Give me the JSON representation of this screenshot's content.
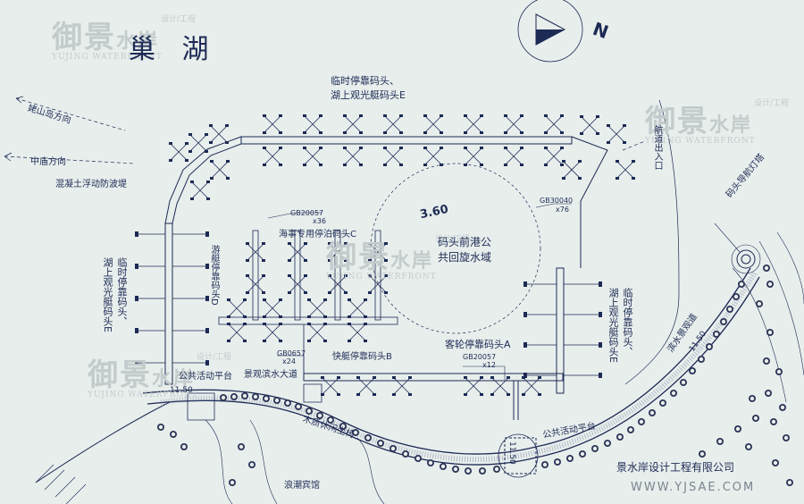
{
  "title": "巢 湖",
  "north": "N",
  "labels": {
    "lake_pier_top_1": "临时停靠码头、",
    "lake_pier_top_2": "湖上观光艇码头E",
    "yaoshan": "姥山岛方向",
    "zhongmiao": "中庙方向",
    "breakwater": "混凝土浮动防波堤",
    "channel_entrance": "航道出入口",
    "gb30040": "GB30040",
    "x76": "x76",
    "navlight": "码头导航灯塔",
    "gb20057_top": "GB20057",
    "x36": "x36",
    "maritime_pier": "海事专用停泊码头C",
    "depth": "3.60",
    "turning_1": "码头前港公",
    "turning_2": "共回旋水域",
    "yacht_pier_d": "游艇停靠码头D",
    "left_pier_1": "临时停靠码头、",
    "left_pier_2": "湖上观光艇码头E",
    "right_pier_1": "临时停靠码头、",
    "right_pier_2": "湖上观光艇码头E",
    "passenger_pier": "客轮停靠码头A",
    "gb20057_low": "GB20057",
    "x12": "x12",
    "gb0657": "GB0657",
    "x24": "x24",
    "speedboat_pier": "快艇停靠码头B",
    "public_platform_left": "公共活动平台",
    "waterfront_road": "景观滨水大道",
    "elev_left": "11.50",
    "wooden_bench": "木质休闲坐椅",
    "public_platform_right": "公共活动平台",
    "elev_mid": "11.50",
    "waterfront_park": "滨水景观道",
    "elev_right": "11.50",
    "hotel": "浪潮宾馆",
    "company": "景水岸设计工程有限公司",
    "website": "WWW.YJSAE.COM"
  },
  "watermark": {
    "brand_cn": "御景",
    "brand_cn2": "水岸",
    "brand_tag": "设计/工程",
    "brand_en": "YUJING WATERFRONT"
  },
  "colors": {
    "background": "#e8eeec",
    "ink": "#1d2a55",
    "watermark": "#c3cbcc"
  }
}
